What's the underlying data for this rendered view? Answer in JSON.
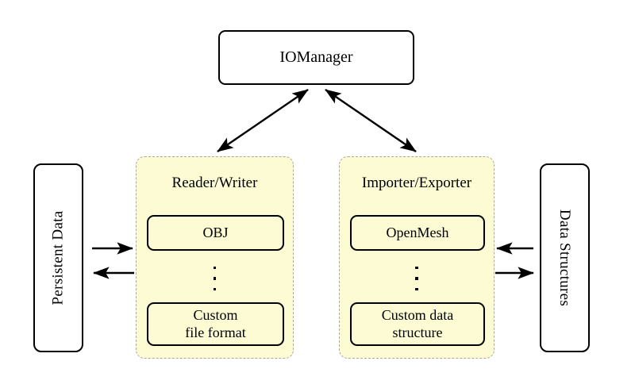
{
  "diagram": {
    "title_node": {
      "label": "IOManager"
    },
    "left_store": {
      "label": "Persistent Data",
      "orientation": "rotated-ccw"
    },
    "right_store": {
      "label": "Data Structures",
      "orientation": "rotated-cw"
    },
    "panels": [
      {
        "id": "reader-writer",
        "title": "Reader/Writer",
        "items": [
          {
            "label": "OBJ"
          },
          {
            "label": "⋮"
          },
          {
            "label": "Custom\nfile format",
            "line1": "Custom",
            "line2": "file format"
          }
        ]
      },
      {
        "id": "importer-exporter",
        "title": "Importer/Exporter",
        "items": [
          {
            "label": "OpenMesh"
          },
          {
            "label": "⋮"
          },
          {
            "label": "Custom data\nstructure",
            "line1": "Custom data",
            "line2": "structure"
          }
        ]
      }
    ],
    "connections": [
      {
        "name": "iomanager-to-reader-writer",
        "style": "double-arrow",
        "from": "IOManager",
        "to": "Reader/Writer"
      },
      {
        "name": "iomanager-to-importer-exporter",
        "style": "double-arrow",
        "from": "IOManager",
        "to": "Importer/Exporter"
      },
      {
        "name": "persistent-data-to-reader-writer",
        "style": "single-arrow",
        "direction": "right",
        "from": "Persistent Data",
        "to": "Reader/Writer"
      },
      {
        "name": "reader-writer-to-persistent-data",
        "style": "single-arrow",
        "direction": "left",
        "from": "Reader/Writer",
        "to": "Persistent Data"
      },
      {
        "name": "data-structures-to-importer-exporter",
        "style": "single-arrow",
        "direction": "left",
        "from": "Data Structures",
        "to": "Importer/Exporter"
      },
      {
        "name": "importer-exporter-to-data-structures",
        "style": "single-arrow",
        "direction": "right",
        "from": "Importer/Exporter",
        "to": "Data Structures"
      }
    ],
    "colors": {
      "panel_fill": "#fcfbd4",
      "panel_border": "#a8a8a0",
      "node_stroke": "#000000",
      "node_fill": "#ffffff",
      "background": "#ffffff"
    }
  }
}
